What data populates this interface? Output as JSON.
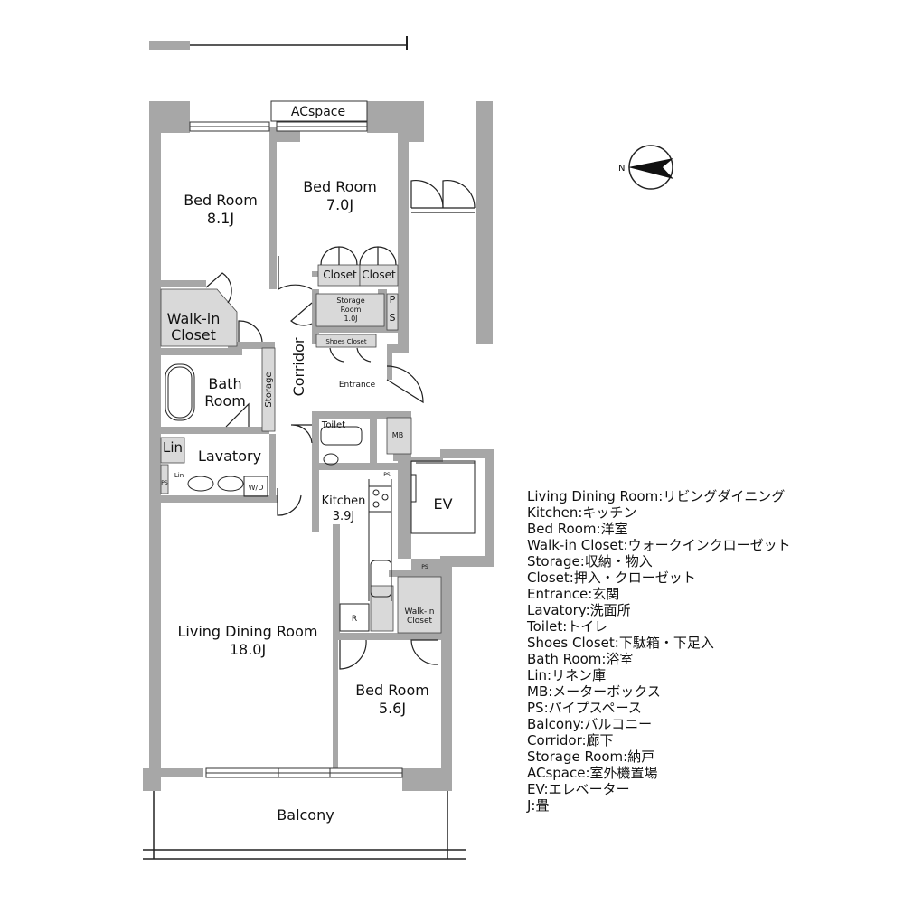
{
  "rooms": {
    "bed1": {
      "name": "Bed Room",
      "size": "8.1J"
    },
    "bed2": {
      "name": "Bed Room",
      "size": "7.0J"
    },
    "bed3": {
      "name": "Bed Room",
      "size": "5.6J"
    },
    "ldk": {
      "name": "Living Dining Room",
      "size": "18.0J"
    },
    "kitchen": {
      "name": "Kitchen",
      "size": "3.9J"
    },
    "walkin": {
      "line1": "Walk-in",
      "line2": "Closet"
    },
    "walkin_small": {
      "line1": "Walk-in",
      "line2": "Closet"
    },
    "bath": {
      "line1": "Bath",
      "line2": "Room"
    },
    "lavatory": "Lavatory",
    "lin": "Lin",
    "lin_small": "Lin",
    "storage_v": "Storage",
    "corridor": "Corridor",
    "closet1": "Closet",
    "closet2": "Closet",
    "storage_room": {
      "line1": "Storage",
      "line2": "Room",
      "line3": "1.0J"
    },
    "ps_vertical": "PS",
    "shoes_closet": "Shoes Closet",
    "entrance": "Entrance",
    "toilet": "Toilet",
    "mb": "MB",
    "ps1": "PS",
    "ps2": "PS",
    "ps3": "PS",
    "ev": "EV",
    "wd": "W/D",
    "fridge": "R",
    "acspace": "ACspace",
    "balcony": "Balcony"
  },
  "compass": {
    "label": "N"
  },
  "legend": [
    "Living Dining Room:リビングダイニング",
    "Kitchen:キッチン",
    "Bed Room:洋室",
    "Walk-in Closet:ウォークインクローゼット",
    "Storage:収納・物入",
    "Closet:押入・クローゼット",
    "Entrance:玄関",
    "Lavatory:洗面所",
    "Toilet:トイレ",
    "Shoes Closet:下駄箱・下足入",
    "Bath Room:浴室",
    "Lin:リネン庫",
    "MB:メーターボックス",
    "PS:パイプスペース",
    "Balcony:バルコニー",
    "Corridor:廊下",
    "Storage Room:納戸",
    "ACspace:室外機置場",
    "EV:エレベーター",
    "J:畳"
  ],
  "colors": {
    "wall": "#a7a7a7",
    "fill": "#d9d9d9",
    "line": "#222222"
  }
}
